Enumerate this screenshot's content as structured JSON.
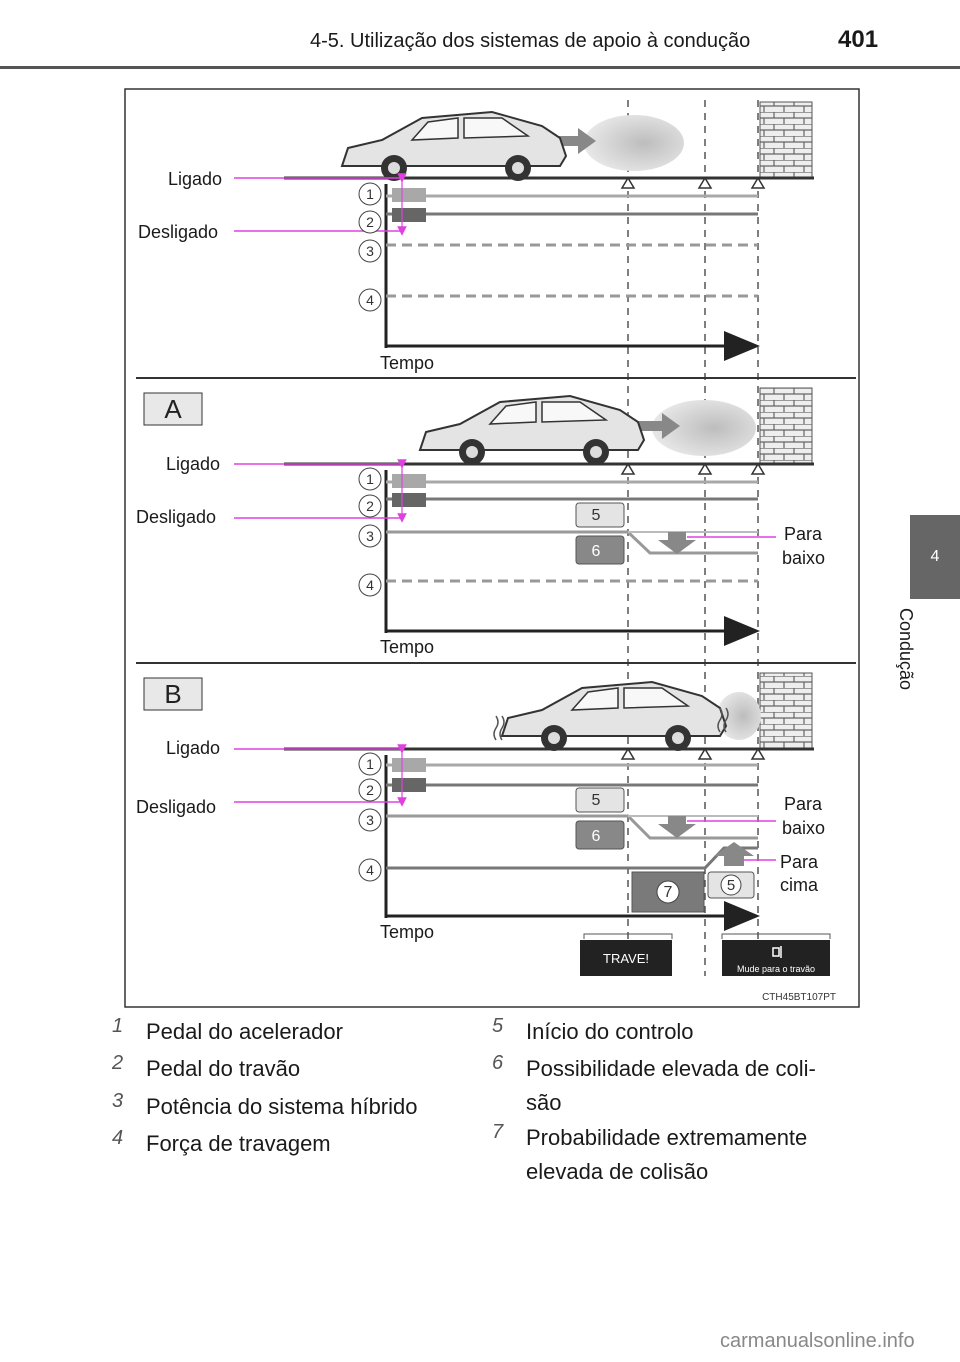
{
  "header": {
    "title": "4-5. Utilização dos sistemas de apoio à condução",
    "page_number": "401"
  },
  "side_tab": {
    "number": "4",
    "label": "Condução"
  },
  "figure": {
    "labels": {
      "on": "Ligado",
      "off": "Desligado",
      "time": "Tempo",
      "down_1": "Para",
      "down_2": "baixo",
      "up_1": "Para",
      "up_2": "cima",
      "brake_warning": "TRAVE!",
      "brake_message": "Mude para o travão",
      "code": "CTH45BT107PT"
    },
    "section_markers": {
      "a": "A",
      "b": "B"
    },
    "line_numbers": [
      "1",
      "2",
      "3",
      "4"
    ],
    "box_numbers": {
      "five": "5",
      "six": "6",
      "seven": "7"
    }
  },
  "legend": {
    "items": [
      {
        "num": "1",
        "text": "Pedal do acelerador"
      },
      {
        "num": "2",
        "text": "Pedal do travão"
      },
      {
        "num": "3",
        "text": "Potência do sistema híbrido"
      },
      {
        "num": "4",
        "text": "Força de travagem"
      },
      {
        "num": "5",
        "text": "Início do controlo"
      },
      {
        "num": "6",
        "text_1": "Possibilidade elevada de coli-",
        "text_2": "são"
      },
      {
        "num": "7",
        "text_1": "Probabilidade extremamente",
        "text_2": "elevada de colisão"
      }
    ]
  },
  "watermark": "carmanualsonline.info",
  "colors": {
    "magenta": "#e040e0",
    "gray_dark": "#666666",
    "gray_light": "#a8a8a8"
  }
}
